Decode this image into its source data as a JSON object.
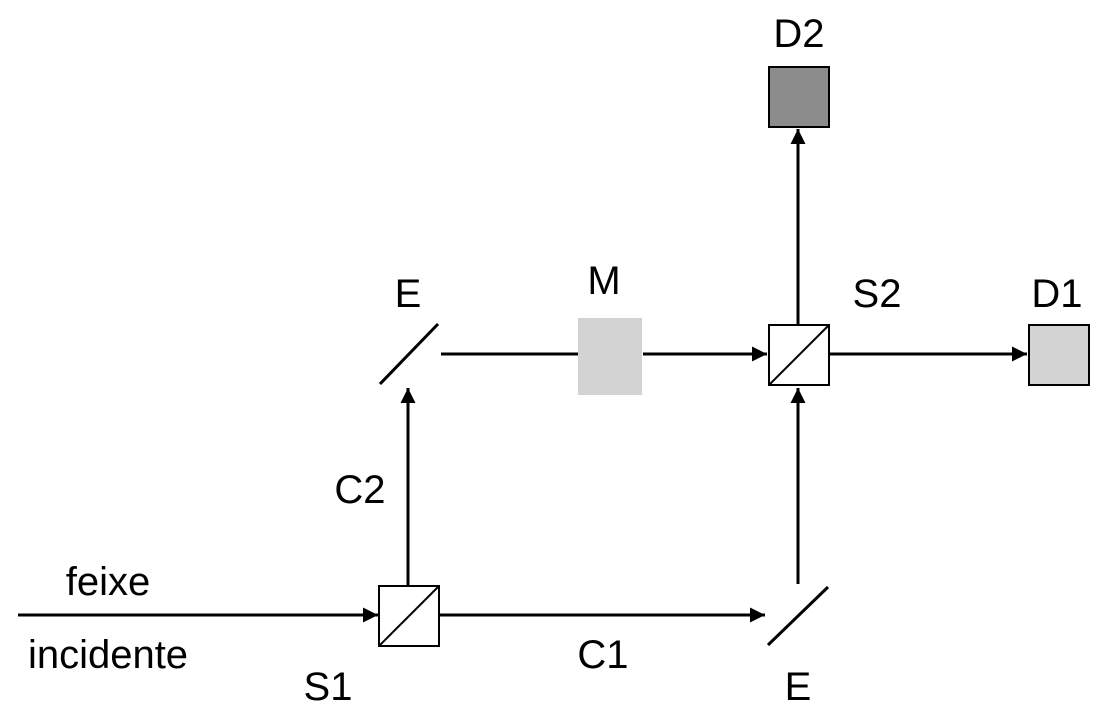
{
  "labels": {
    "incident_line1": "feixe",
    "incident_line2": "incidente",
    "s1": "S1",
    "s2": "S2",
    "c1": "C1",
    "c2": "C2",
    "mirror_top": "E",
    "mirror_bottom": "E",
    "modulator": "M",
    "d1": "D1",
    "d2": "D2"
  },
  "colors": {
    "d2_fill": "#8c8c8c",
    "d1_fill": "#d3d3d3",
    "m_fill": "#d3d3d3"
  }
}
